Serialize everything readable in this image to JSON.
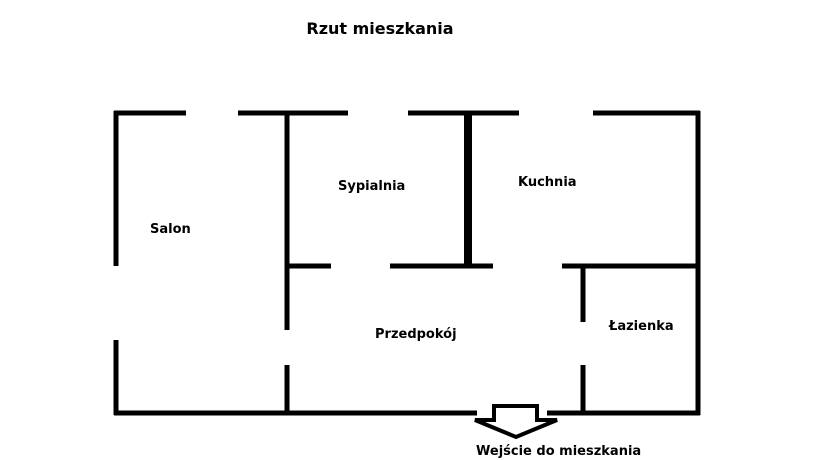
{
  "title": "Rzut mieszkania",
  "rooms": {
    "salon": "Salon",
    "sypialnia": "Sypialnia",
    "kuchnia": "Kuchnia",
    "przedpokoj": "Przedpokój",
    "lazienka": "Łazienka"
  },
  "entrance_label": "Wejście do mieszkania",
  "colors": {
    "wall": "#000000",
    "background": "#ffffff"
  }
}
